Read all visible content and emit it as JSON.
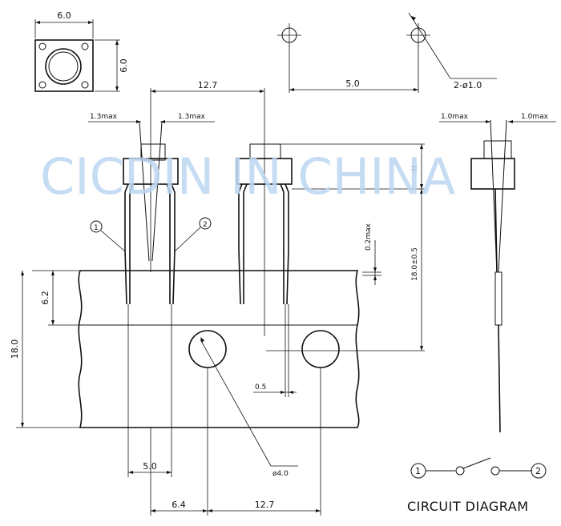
{
  "watermark": "CICDIN IN CHINA",
  "top_view": {
    "width": "6.0",
    "height": "6.0"
  },
  "pcb_layout": {
    "spacing": "5.0",
    "holes": "2-ø1.0"
  },
  "front_view": {
    "pin_spacing": "12.7",
    "left_tolerance": "1.3max",
    "right_tolerance": "1.3max",
    "pin1": "1",
    "pin2": "2",
    "gap": "0.2max",
    "height": "18.0±0.5",
    "h_label": "H"
  },
  "side_view": {
    "left_tolerance": "1.0max",
    "right_tolerance": "1.0max"
  },
  "tape": {
    "pitch_top": "6.2",
    "total_height": "18.0",
    "lead_pitch": "5.0",
    "offset": "0.5",
    "hole_diameter": "ø4.0",
    "hole_offset": "6.4",
    "hole_pitch": "12.7"
  },
  "circuit": {
    "pin1": "1",
    "pin2": "2",
    "title": "CIRCUIT DIAGRAM"
  }
}
